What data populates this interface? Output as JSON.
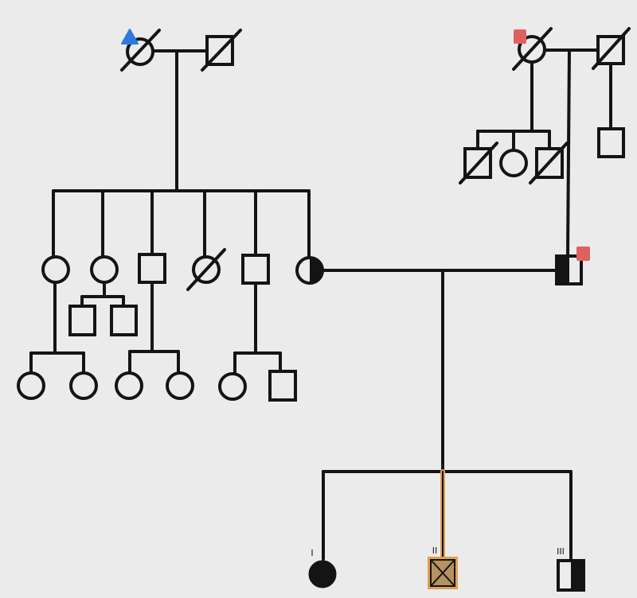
{
  "labels": {
    "child_1": "I",
    "child_2": "II",
    "child_3": "III"
  },
  "colors": {
    "background": "#ebebeb",
    "line": "#141414",
    "marker_blue": "#2f78e4",
    "marker_red": "#e06060",
    "highlight_orange": "#e0a050",
    "highlight_fill": "#b5925e"
  }
}
